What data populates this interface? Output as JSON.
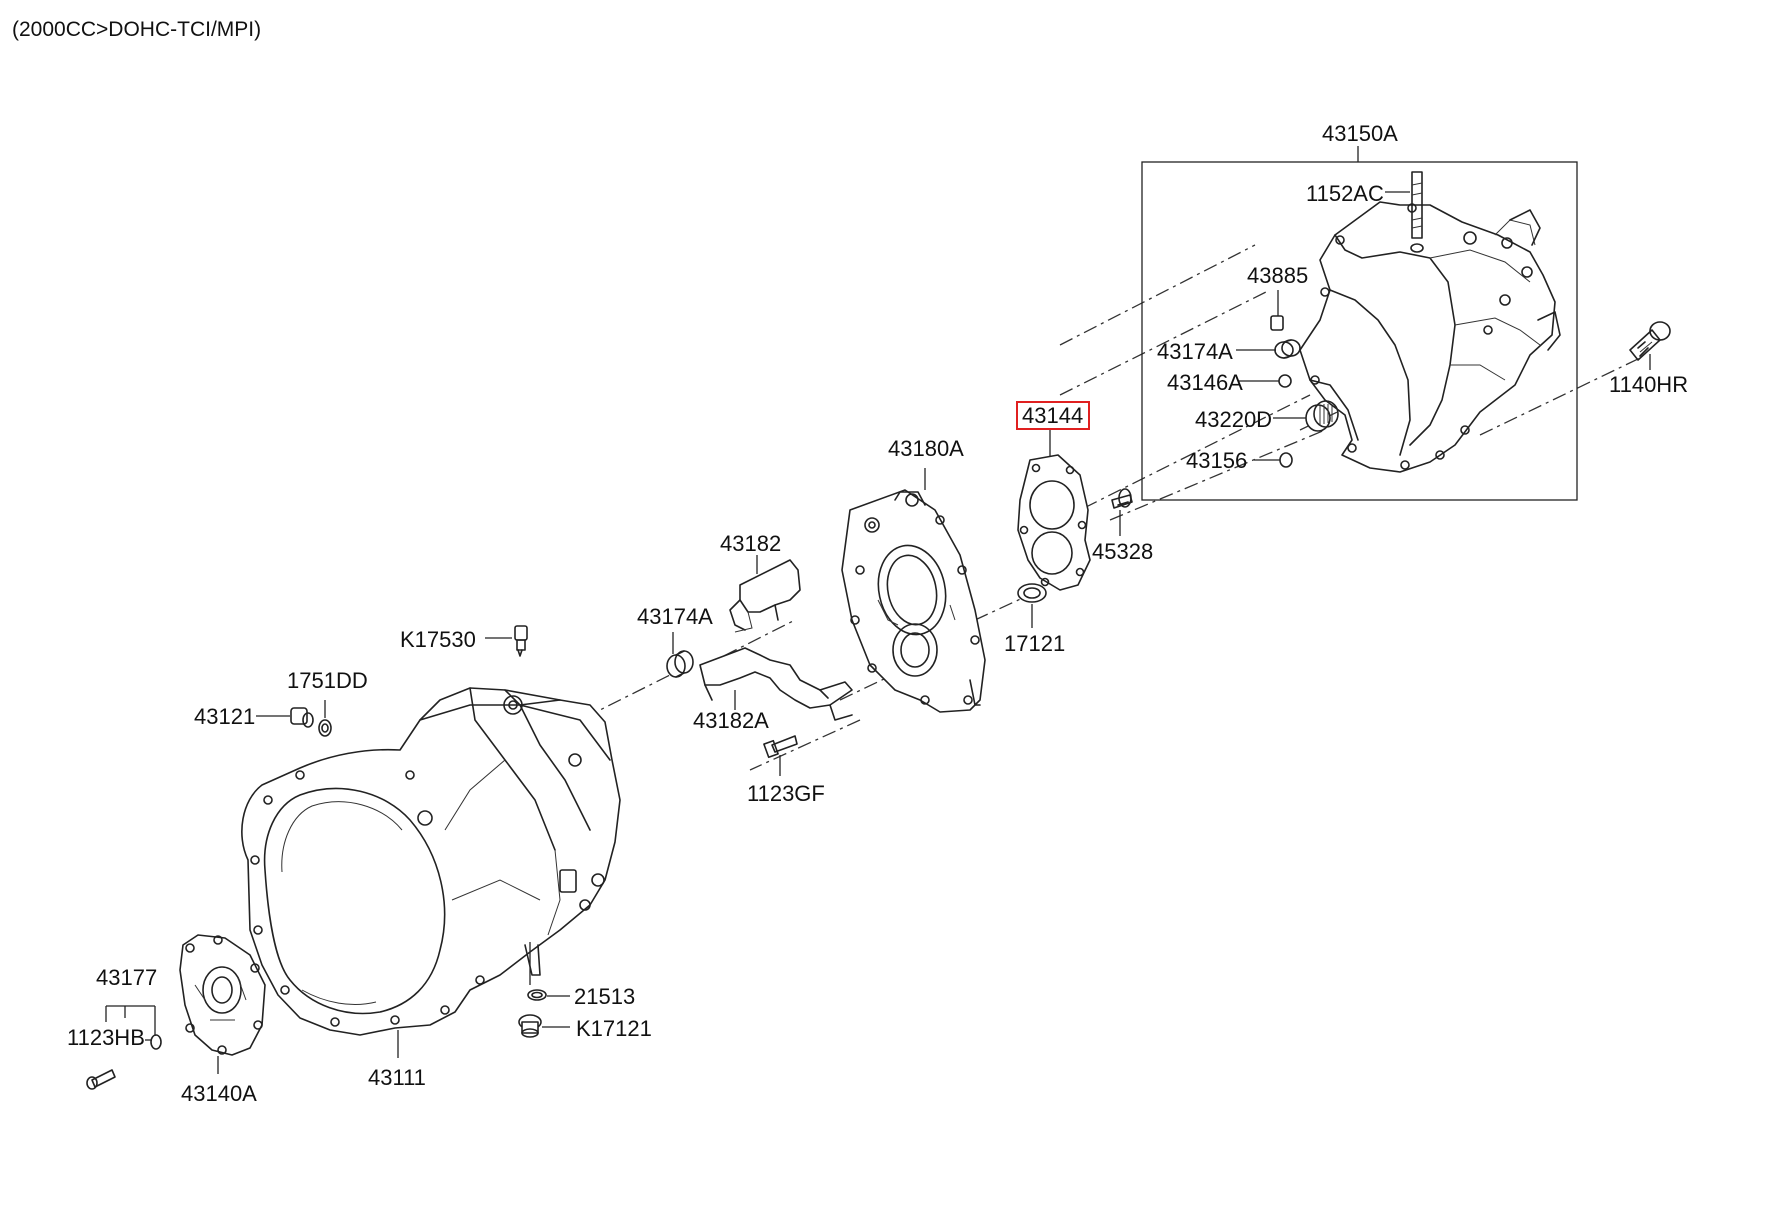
{
  "header": {
    "text": "(2000CC>DOHC-TCI/MPI)"
  },
  "highlight": {
    "part": "43144",
    "color": "#e02020"
  },
  "labels": {
    "p43150A": "43150A",
    "p1152AC": "1152AC",
    "p43885": "43885",
    "p43174A_top": "43174A",
    "p43146A": "43146A",
    "p43220D": "43220D",
    "p43156": "43156",
    "p1140HR": "1140HR",
    "p43144": "43144",
    "p43180A": "43180A",
    "p45328": "45328",
    "p43182": "43182",
    "p17121": "17121",
    "p43174A_mid": "43174A",
    "p43182A": "43182A",
    "pK17530": "K17530",
    "p1751DD": "1751DD",
    "p43121": "43121",
    "p1123GF": "1123GF",
    "p43177": "43177",
    "p1123HB": "1123HB",
    "p43140A": "43140A",
    "p43111": "43111",
    "p21513": "21513",
    "pK17121": "K17121"
  }
}
